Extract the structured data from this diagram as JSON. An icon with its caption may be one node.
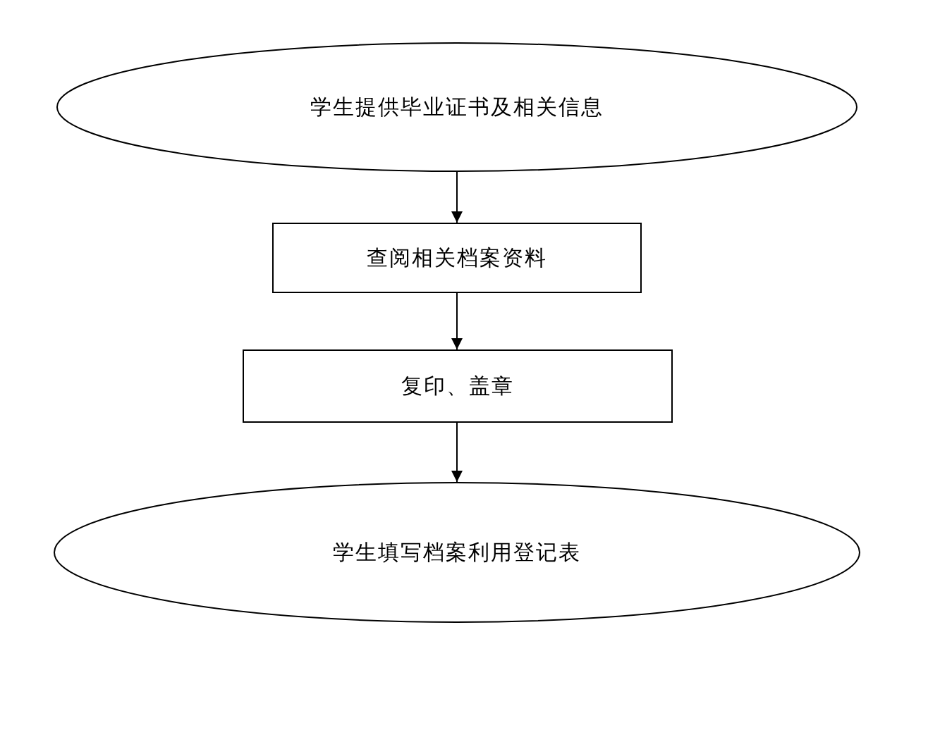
{
  "diagram": {
    "nodes": [
      {
        "text": [
          "学生提供毕业证书及相关信息"
        ]
      },
      {
        "text": [
          "查阅相关档案资料"
        ]
      },
      {
        "text": [
          "复印、盖章"
        ]
      },
      {
        "text": [
          "学生填写档案利用登记表"
        ]
      }
    ],
    "edges": [
      {
        "from": 0,
        "to": 1,
        "arrow": "to"
      },
      {
        "from": 1,
        "to": 2,
        "arrow": "to"
      },
      {
        "from": 2,
        "to": 3,
        "arrow": "to"
      }
    ]
  }
}
